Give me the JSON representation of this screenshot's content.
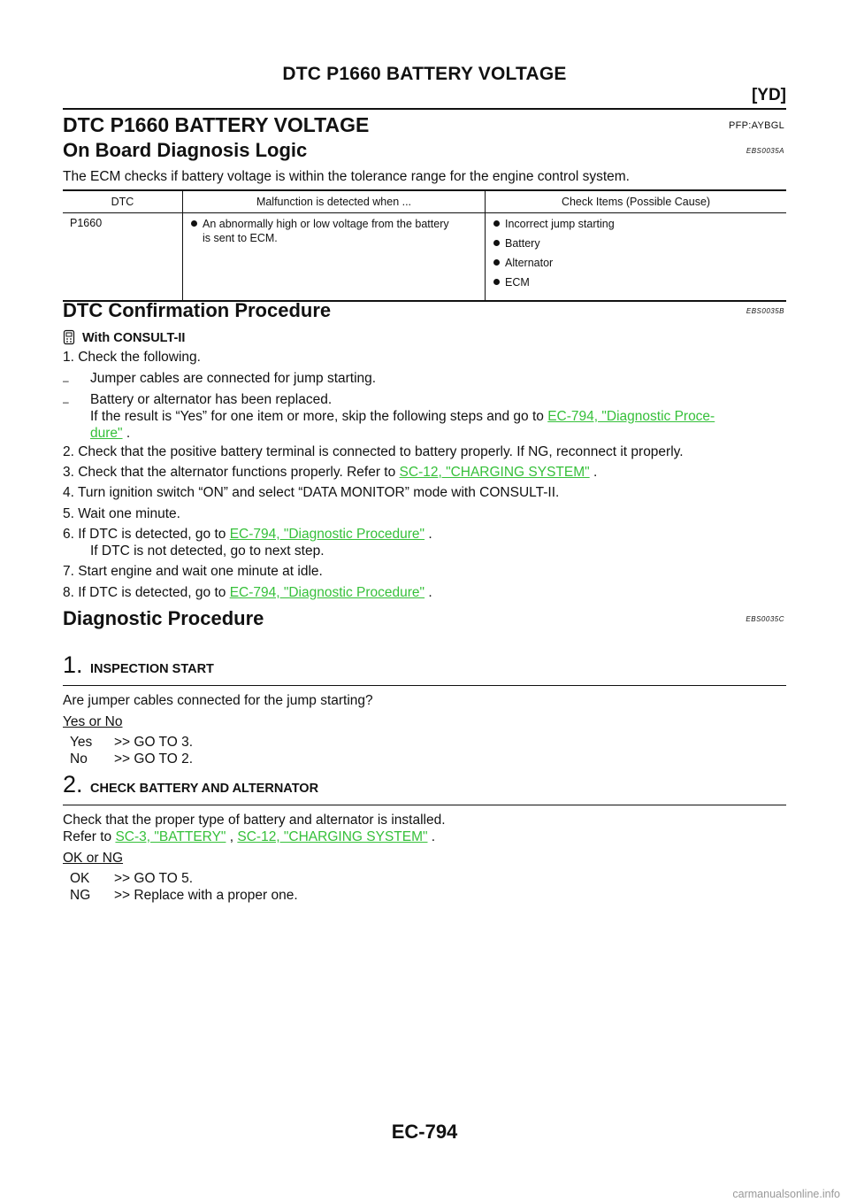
{
  "header": {
    "title": "DTC P1660 BATTERY VOLTAGE",
    "code": "[YD]"
  },
  "section": {
    "title": "DTC P1660 BATTERY VOLTAGE",
    "code": "PFP:AYBGL"
  },
  "obd": {
    "title": "On Board Diagnosis Logic",
    "code": "EBS0035A",
    "text": "The ECM checks if battery voltage is within the tolerance range for the engine control system.",
    "table": {
      "headers": [
        "DTC",
        "Malfunction is detected when ...",
        "Check Items (Possible Cause)"
      ],
      "dtc": "P1660",
      "malfunction": [
        "An abnormally high or low voltage from the battery",
        "is sent to ECM."
      ],
      "causes": [
        "Incorrect jump starting",
        "Battery",
        "Alternator",
        "ECM"
      ]
    }
  },
  "confirm": {
    "title": "DTC Confirmation Procedure",
    "code": "EBS0035B",
    "consult_label": "With CONSULT-II",
    "s1": "1. Check the following.",
    "d1": "Jumper cables are connected for jump starting.",
    "d2": "Battery or alternator has been replaced.",
    "d2b": "If the result is “Yes” for one item or more, skip the following steps and go to",
    "d2_link_a": "EC-794, \"Diagnostic Proce-",
    "d2_link_b": "dure\"",
    "dot": " .",
    "s2": "2. Check that the positive battery terminal is connected to battery properly. If NG, reconnect it properly.",
    "s3": "3. Check that the alternator functions properly. Refer to",
    "s3_link": "SC-12, \"CHARGING SYSTEM\"",
    "s4": "4. Turn ignition switch “ON” and select “DATA MONITOR” mode with CONSULT-II.",
    "s5": "5. Wait one minute.",
    "s6": "6. If DTC is detected, go to",
    "s6_link": "EC-794, \"Diagnostic Procedure\"",
    "s6b": "If DTC is not detected, go to next step.",
    "s7": "7. Start engine and wait one minute at idle.",
    "s8": "8. If DTC is detected, go to",
    "s8_link": "EC-794, \"Diagnostic Procedure\""
  },
  "diag": {
    "title": "Diagnostic Procedure",
    "code": "EBS0035C",
    "step1": {
      "num": "1.",
      "title": "INSPECTION START",
      "question": "Are jumper cables connected for the jump starting?",
      "choice": "Yes or No",
      "a1_key": "Yes",
      "a1_val": ">> GO TO 3.",
      "a2_key": "No",
      "a2_val": ">> GO TO 2."
    },
    "step2": {
      "num": "2.",
      "title": "CHECK BATTERY AND ALTERNATOR",
      "text": "Check that the proper type of battery and alternator is installed.",
      "refer": "Refer to",
      "link1": "SC-3, \"BATTERY\"",
      "sep": " ,",
      "link2": "SC-12, \"CHARGING SYSTEM\"",
      "choice": "OK or NG",
      "a1_key": "OK",
      "a1_val": ">> GO TO 5.",
      "a2_key": "NG",
      "a2_val": ">> Replace with a proper one."
    }
  },
  "footer": {
    "page": "EC-794"
  },
  "watermark": "carmanualsonline.info"
}
